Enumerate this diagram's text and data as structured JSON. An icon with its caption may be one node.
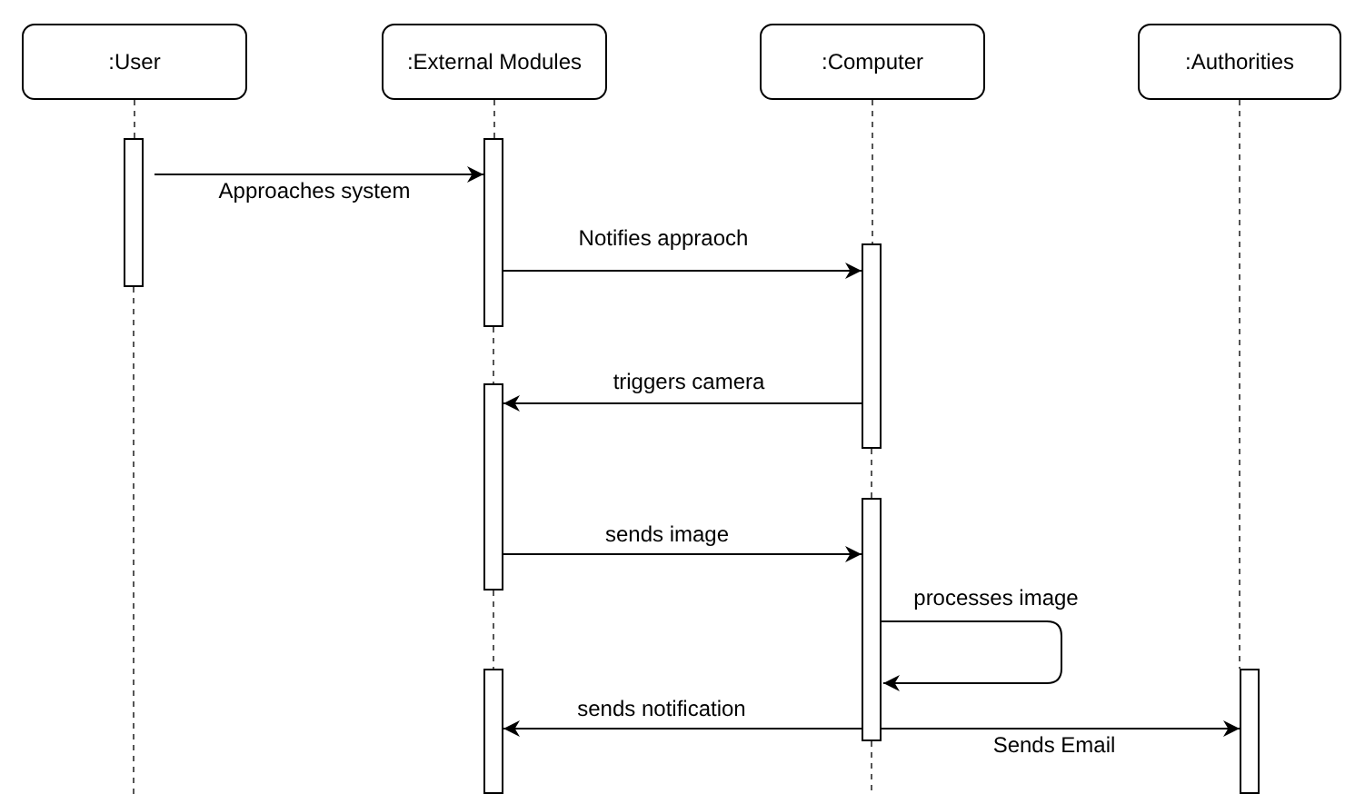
{
  "diagram": {
    "nodes": [
      {
        "text": [
          ":User"
        ]
      },
      {
        "text": [
          ":External Modules"
        ]
      },
      {
        "text": [
          ":Computer"
        ]
      },
      {
        "text": [
          ":Authorities"
        ]
      },
      {
        "text": [],
        "shape": "bar"
      },
      {
        "text": [],
        "shape": "bar"
      },
      {
        "text": [],
        "shape": "bar"
      },
      {
        "text": [],
        "shape": "bar"
      },
      {
        "text": [],
        "shape": "bar"
      },
      {
        "text": [],
        "shape": "bar"
      },
      {
        "text": [],
        "shape": "bar"
      }
    ],
    "edges": [
      {
        "from": 4,
        "to": 5,
        "arrow": "to",
        "label": "Approaches system"
      },
      {
        "from": 5,
        "to": 6,
        "arrow": "to",
        "label": "Notifies appraoch"
      },
      {
        "from": 6,
        "to": 7,
        "arrow": "to",
        "label": "triggers camera"
      },
      {
        "from": 7,
        "to": 8,
        "arrow": "to",
        "label": "sends image"
      },
      {
        "from": 8,
        "to": 8,
        "arrow": "to",
        "label": "processes image"
      },
      {
        "from": 8,
        "to": 9,
        "arrow": "to",
        "label": "sends notification"
      },
      {
        "from": 8,
        "to": 10,
        "arrow": "to",
        "label": "Sends Email"
      },
      {
        "from": 0,
        "to": 4,
        "arrow": "none",
        "style": "dashed"
      },
      {
        "from": 4,
        "to": null,
        "arrow": "none",
        "style": "dashed"
      },
      {
        "from": 1,
        "to": 5,
        "arrow": "none",
        "style": "dashed"
      },
      {
        "from": 5,
        "to": 7,
        "arrow": "none",
        "style": "dashed"
      },
      {
        "from": 7,
        "to": 9,
        "arrow": "none",
        "style": "dashed"
      },
      {
        "from": 2,
        "to": 6,
        "arrow": "none",
        "style": "dashed"
      },
      {
        "from": 6,
        "to": 8,
        "arrow": "none",
        "style": "dashed"
      },
      {
        "from": 8,
        "to": null,
        "arrow": "none",
        "style": "dashed"
      },
      {
        "from": 3,
        "to": 10,
        "arrow": "none",
        "style": "dashed"
      }
    ]
  }
}
